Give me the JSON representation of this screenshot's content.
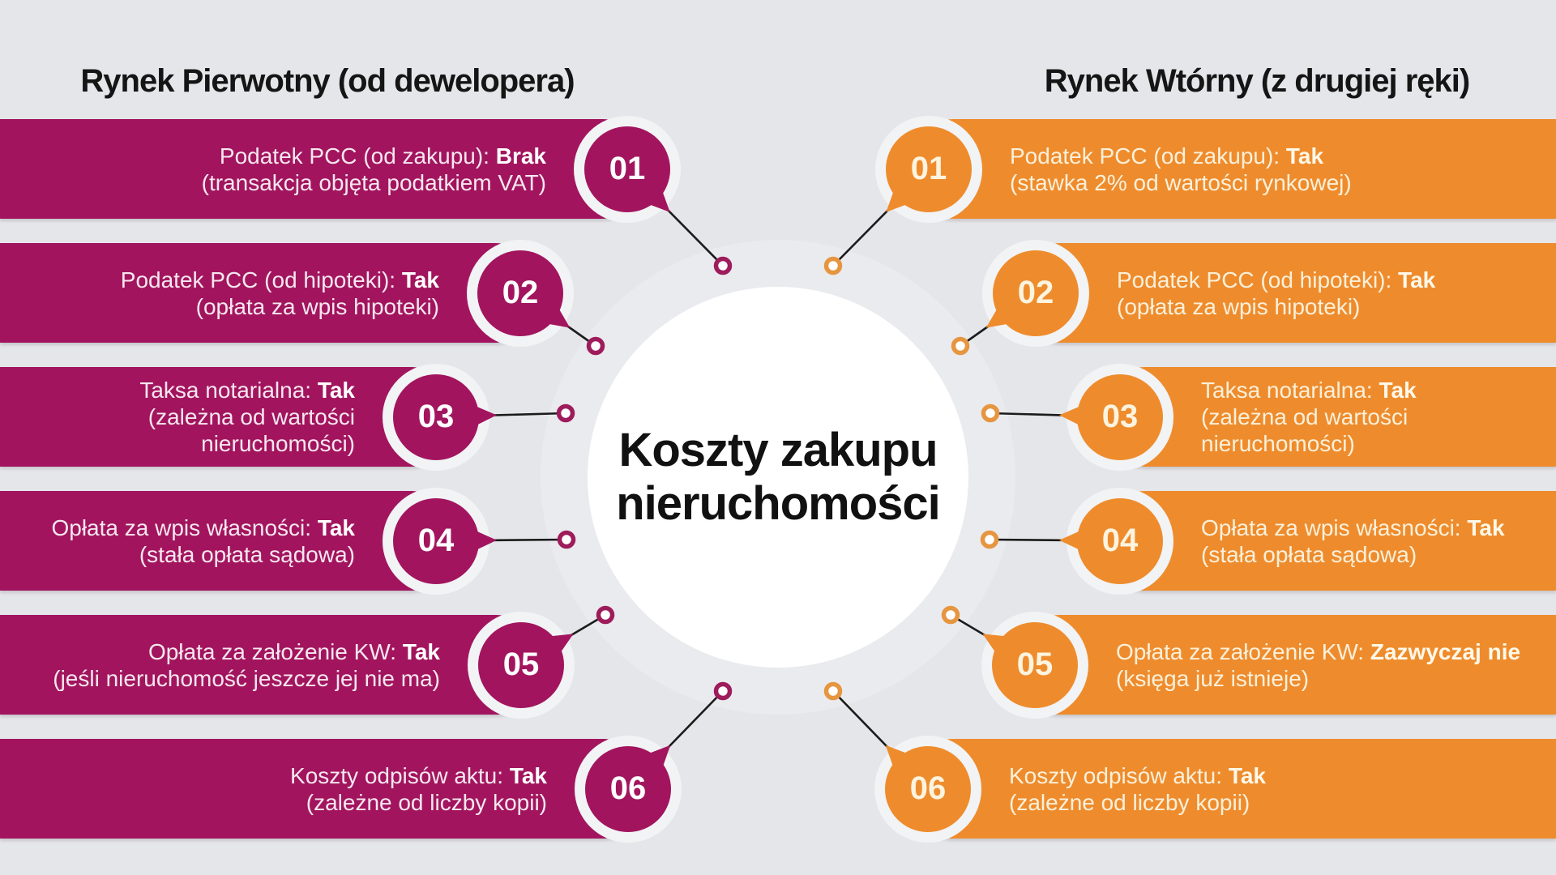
{
  "titles": {
    "left": "Rynek Pierwotny (od dewelopera)",
    "right": "Rynek Wtórny (z drugiej ręki)"
  },
  "center": {
    "line1": "Koszty zakupu",
    "line2": "nieruchomości"
  },
  "colors": {
    "background": "#E5E6E9",
    "magenta": "#A2155E",
    "orange": "#EE8C2D",
    "circle_ring": "#F2F3F5",
    "center_ring": "#EAEBEE",
    "center_circle": "#FFFFFF",
    "connector_line": "#1B1B1B",
    "dot_ring_left": "#9E1C5C",
    "dot_ring_right": "#E69540",
    "left_bar_text": "#F6E7EF",
    "right_bar_text": "#FBF0DA",
    "title_text": "#151515"
  },
  "left_items": [
    {
      "number": "01",
      "lead": "Podatek PCC (od zakupu): ",
      "emphasis": "Brak",
      "lines": [
        "(transakcja objęta podatkiem VAT)"
      ]
    },
    {
      "number": "02",
      "lead": "Podatek PCC (od hipoteki): ",
      "emphasis": "Tak",
      "lines": [
        "(opłata za wpis hipoteki)"
      ]
    },
    {
      "number": "03",
      "lead": "Taksa notarialna: ",
      "emphasis": "Tak",
      "lines": [
        "(zależna od wartości",
        "nieruchomości)"
      ]
    },
    {
      "number": "04",
      "lead": "Opłata za wpis własności: ",
      "emphasis": "Tak",
      "lines": [
        "(stała opłata sądowa)"
      ]
    },
    {
      "number": "05",
      "lead": "Opłata za założenie KW: ",
      "emphasis": "Tak",
      "lines": [
        "(jeśli nieruchomość jeszcze jej nie ma)"
      ]
    },
    {
      "number": "06",
      "lead": "Koszty odpisów aktu: ",
      "emphasis": "Tak",
      "lines": [
        "(zależne od liczby kopii)"
      ]
    }
  ],
  "right_items": [
    {
      "number": "01",
      "lead": "Podatek PCC (od zakupu): ",
      "emphasis": "Tak",
      "lines": [
        "(stawka 2% od wartości rynkowej)"
      ]
    },
    {
      "number": "02",
      "lead": "Podatek PCC (od hipoteki): ",
      "emphasis": "Tak",
      "lines": [
        "(opłata za wpis hipoteki)"
      ]
    },
    {
      "number": "03",
      "lead": "Taksa notarialna: ",
      "emphasis": "Tak",
      "lines": [
        "(zależna od wartości",
        "nieruchomości)"
      ]
    },
    {
      "number": "04",
      "lead": "Opłata za wpis własności: ",
      "emphasis": "Tak",
      "lines": [
        "(stała opłata sądowa)"
      ]
    },
    {
      "number": "05",
      "lead": "Opłata za założenie KW: ",
      "emphasis": "Zazwyczaj nie",
      "lines": [
        "(księga już istnieje)"
      ]
    },
    {
      "number": "06",
      "lead": "Koszty odpisów aktu: ",
      "emphasis": "Tak",
      "lines": [
        "(zależne od liczby kopii)"
      ]
    }
  ]
}
